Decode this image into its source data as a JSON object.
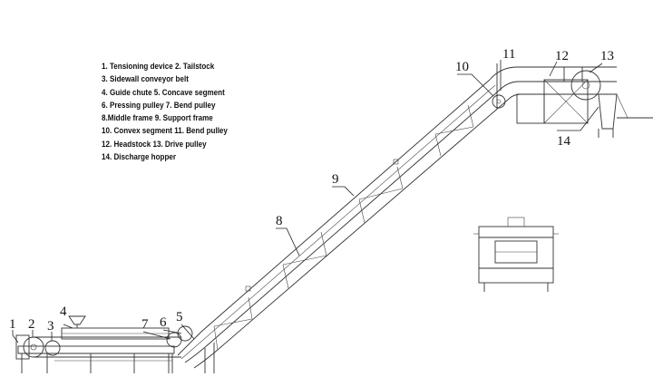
{
  "legend": {
    "lines": [
      "1. Tensioning device 2. Tailstock",
      "3. Sidewall conveyor belt",
      "4. Guide chute 5. Concave segment",
      "6. Pressing pulley 7. Bend pulley",
      "8.Middle frame 9. Support frame",
      "10. Convex segment 11. Bend pulley",
      "12. Headstock 13. Drive pulley",
      "14. Discharge hopper"
    ]
  },
  "callouts": {
    "n1": "1",
    "n2": "2",
    "n3": "3",
    "n4": "4",
    "n5": "5",
    "n6": "6",
    "n7": "7",
    "n8": "8",
    "n9": "9",
    "n10": "10",
    "n11": "11",
    "n12": "12",
    "n13": "13",
    "n14": "14"
  }
}
